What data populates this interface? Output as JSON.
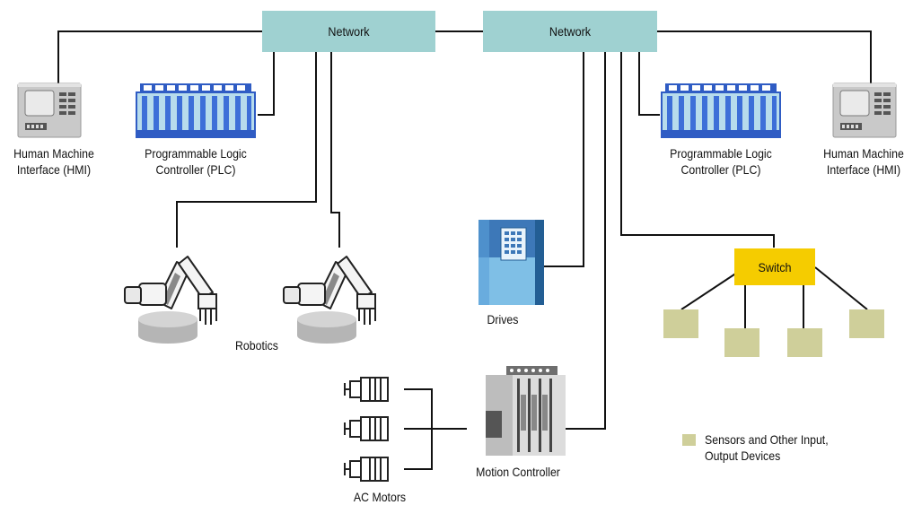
{
  "colors": {
    "network_fill": "#9fd1d1",
    "switch_fill": "#f5cc00",
    "sensor_fill": "#cfcf9a",
    "plc_blue": "#3d6fd8",
    "drive_blue": "#7fbfe6",
    "line": "#111111"
  },
  "labels": {
    "network_left": "Network",
    "network_right": "Network",
    "switch": "Switch",
    "hmi_left": [
      "Human Machine",
      "Interface (HMI)"
    ],
    "plc_left": [
      "Programmable Logic",
      "Controller (PLC)"
    ],
    "plc_right": [
      "Programmable Logic",
      "Controller (PLC)"
    ],
    "hmi_right": [
      "Human Machine",
      "Interface (HMI)"
    ],
    "robotics": "Robotics",
    "drives": "Drives",
    "motion_controller": "Motion Controller",
    "ac_motors": "AC Motors",
    "legend": [
      "Sensors and Other Input,",
      "Output Devices"
    ]
  },
  "icons": [
    "hmi-icon",
    "plc-icon",
    "robot-arm-icon",
    "drive-icon",
    "motion-controller-icon",
    "ac-motor-icon",
    "sensor-device-icon"
  ]
}
